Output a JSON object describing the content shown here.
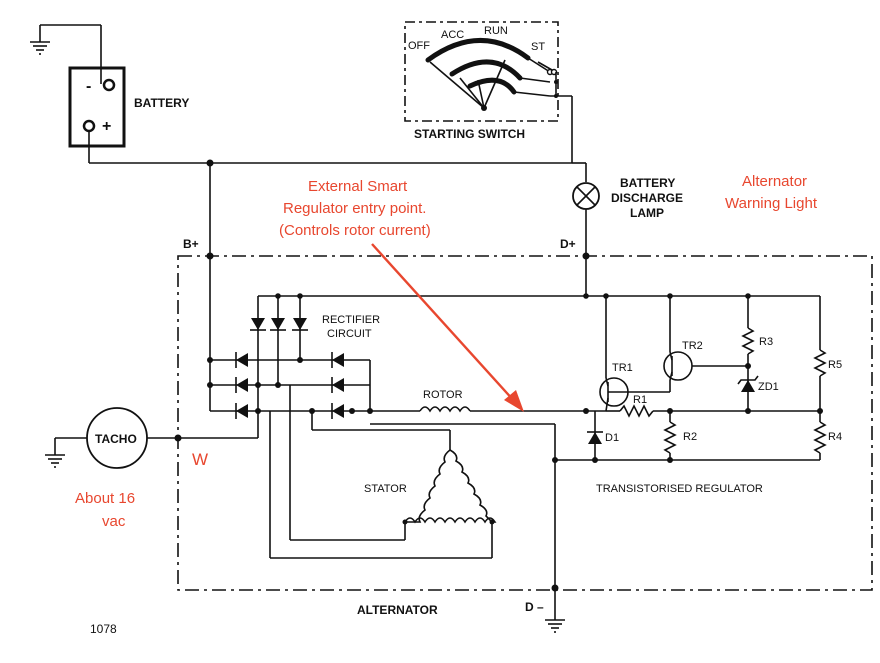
{
  "labels": {
    "battery": "BATTERY",
    "battery_minus": "-",
    "battery_plus": "+",
    "starting_switch": "STARTING SWITCH",
    "off": "OFF",
    "acc": "ACC",
    "run": "RUN",
    "st": "ST",
    "lamp_line1": "BATTERY",
    "lamp_line2": "DISCHARGE",
    "lamp_line3": "LAMP",
    "b_plus": "B+",
    "d_plus": "D+",
    "d_minus": "D –",
    "rectifier_line1": "RECTIFIER",
    "rectifier_line2": "CIRCUIT",
    "rotor": "ROTOR",
    "stator": "STATOR",
    "tr1": "TR1",
    "tr2": "TR2",
    "r1": "R1",
    "r2": "R2",
    "r3": "R3",
    "r4": "R4",
    "r5": "R5",
    "zd1": "ZD1",
    "d1": "D1",
    "regulator": "TRANSISTORISED REGULATOR",
    "tacho": "TACHO",
    "alternator": "ALTERNATOR",
    "figure_number": "1078"
  },
  "annotations": {
    "smart_reg_line1": "External Smart",
    "smart_reg_line2": "Regulator entry point.",
    "smart_reg_line3": "(Controls rotor current)",
    "warning_line1": "Alternator",
    "warning_line2": "Warning Light",
    "w_terminal": "W",
    "tacho_note_line1": "About 16",
    "tacho_note_line2": "vac"
  },
  "colors": {
    "annotation": "#e8472f",
    "line": "#111111"
  }
}
